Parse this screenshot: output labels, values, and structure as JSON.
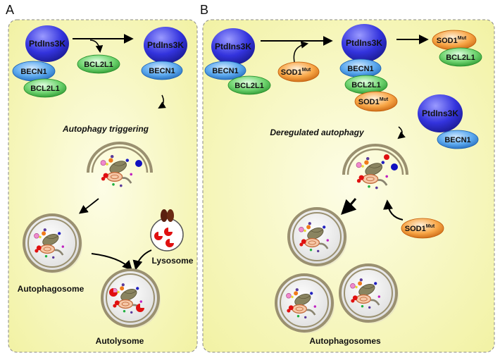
{
  "panels": {
    "a": {
      "letter": "A",
      "pi3k_left": "PtdIns3K",
      "becn1_left": "BECN1",
      "bcl2l1_left": "BCL2L1",
      "bcl2l1_free": "BCL2L1",
      "pi3k_right": "PtdIns3K",
      "becn1_right": "BECN1",
      "stage_label": "Autophagy triggering",
      "lysosome": "Lysosome",
      "autophagosome": "Autophagosome",
      "autolysome": "Autolysome"
    },
    "b": {
      "letter": "B",
      "pi3k_left": "PtdIns3K",
      "becn1_left": "BECN1",
      "bcl2l1_left": "BCL2L1",
      "sod1_incoming": "SOD1",
      "pi3k_mid": "PtdIns3K",
      "becn1_mid": "BECN1",
      "bcl2l1_mid": "BCL2L1",
      "sod1_mid": "SOD1",
      "sod1_right": "SOD1",
      "bcl2l1_right": "BCL2L1",
      "pi3k_free": "PtdIns3K",
      "becn1_free": "BECN1",
      "stage_label": "Deregulated autophagy",
      "sod1_lower": "SOD1",
      "autophagosomes": "Autophagosomes"
    }
  },
  "superscript": "Mut",
  "colors": {
    "pi3k": "#2a2ad6",
    "becn1": "#3a8fe0",
    "bcl2l1": "#37b43c",
    "sod1": "#f08a1a",
    "panel_bg_center": "#fbfbd0",
    "panel_bg_edge": "#f3f39a",
    "vesicle_ring": "#9a9070",
    "lysosome_cap": "#5a2010",
    "cargo_red": "#e01010"
  }
}
